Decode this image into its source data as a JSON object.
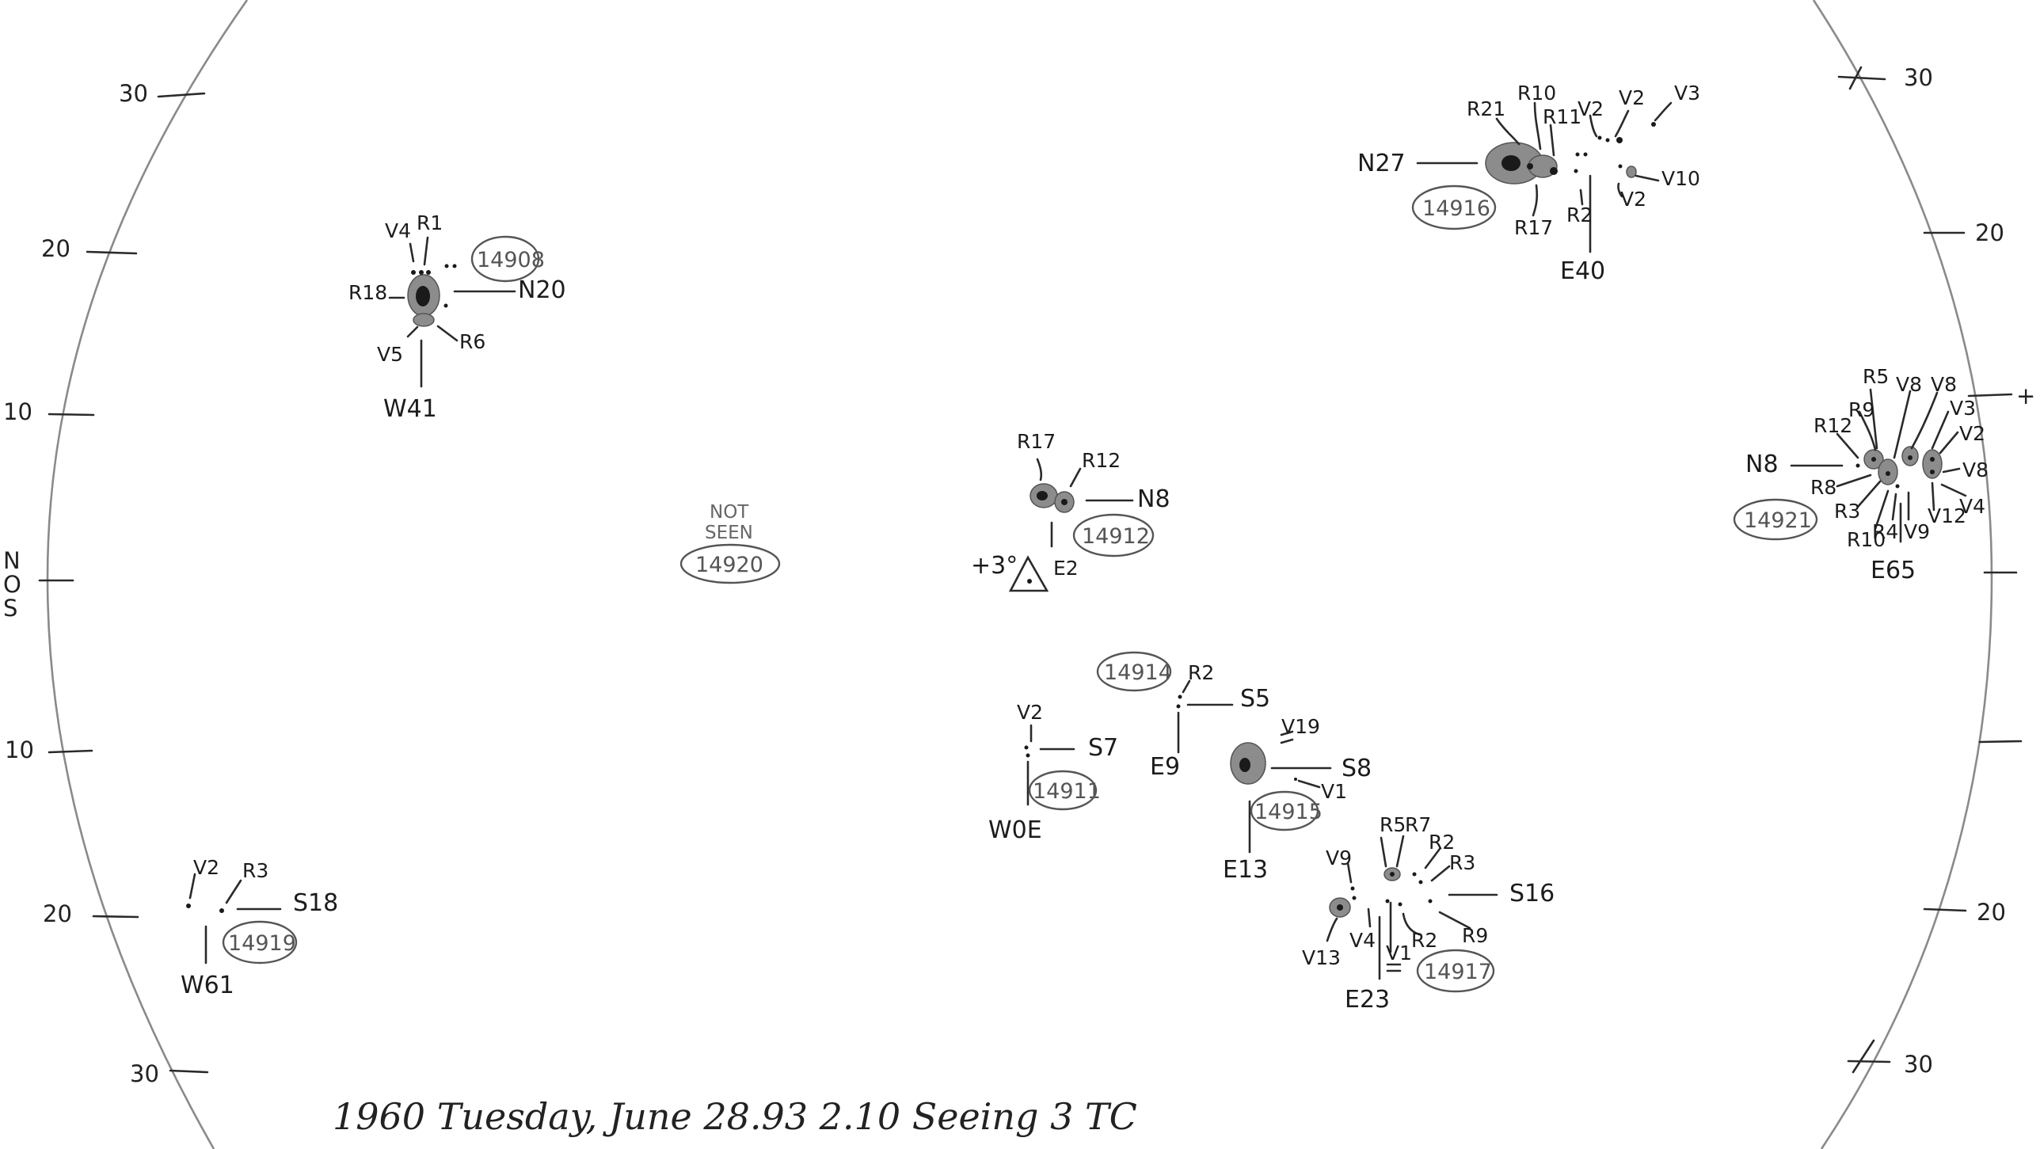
{
  "axis": {
    "left_ticks": [
      "30",
      "20",
      "10",
      "",
      "10",
      "20",
      "30"
    ],
    "right_ticks": [
      "30",
      "20",
      "+",
      "",
      "",
      "20",
      "30"
    ],
    "ns_marker": [
      "N",
      "O",
      "S"
    ]
  },
  "caption": "1960 Tuesday, June 28.93 2.10 Seeing 3 TC",
  "note_not_seen": [
    "NOT",
    "SEEN"
  ],
  "reference_triangle": "+3°",
  "regions": {
    "r14908": {
      "number": "14908",
      "lat": "N20",
      "lon": "W41",
      "labels": [
        "V4",
        "R1",
        "R18",
        "R6",
        "V5"
      ]
    },
    "r14916": {
      "number": "14916",
      "lat": "N27",
      "lon": "E40",
      "labels": [
        "R21",
        "R10",
        "R11",
        "V2",
        "V2",
        "V3",
        "V10",
        "V2",
        "R2",
        "R17"
      ]
    },
    "r14912": {
      "number": "14912",
      "lat": "N8",
      "lon": "E2",
      "labels": [
        "R17",
        "R12"
      ]
    },
    "r14920": {
      "number": "14920"
    },
    "r14921": {
      "number": "14921",
      "lat": "N8",
      "lon": "E65",
      "labels": [
        "R5",
        "V8",
        "V8",
        "R9",
        "R12",
        "V3",
        "V2",
        "V8",
        "V4",
        "V12",
        "V9",
        "R4",
        "R10",
        "R3",
        "R8"
      ]
    },
    "r14914": {
      "number": "14914",
      "lat": "S5",
      "lon": "E9",
      "labels": [
        "R2"
      ]
    },
    "r14911": {
      "number": "14911",
      "lat": "S7",
      "lon": "W0E",
      "labels": [
        "V2"
      ]
    },
    "r14915": {
      "number": "14915",
      "lat": "S8",
      "lon": "E13",
      "labels": [
        "V19",
        "V1"
      ]
    },
    "r14917": {
      "number": "14917",
      "lat": "S16",
      "lon": "E23",
      "labels": [
        "R5",
        "R7",
        "R2",
        "R3",
        "V9",
        "R9",
        "R2",
        "V4",
        "V13",
        "V1"
      ]
    },
    "r14919": {
      "number": "14919",
      "lat": "S18",
      "lon": "W61",
      "labels": [
        "V2",
        "R3"
      ]
    }
  },
  "colors": {
    "pencil": "#2a2a2a",
    "limb": "#8a8a8a",
    "penumbra": "#8c8c8c"
  }
}
